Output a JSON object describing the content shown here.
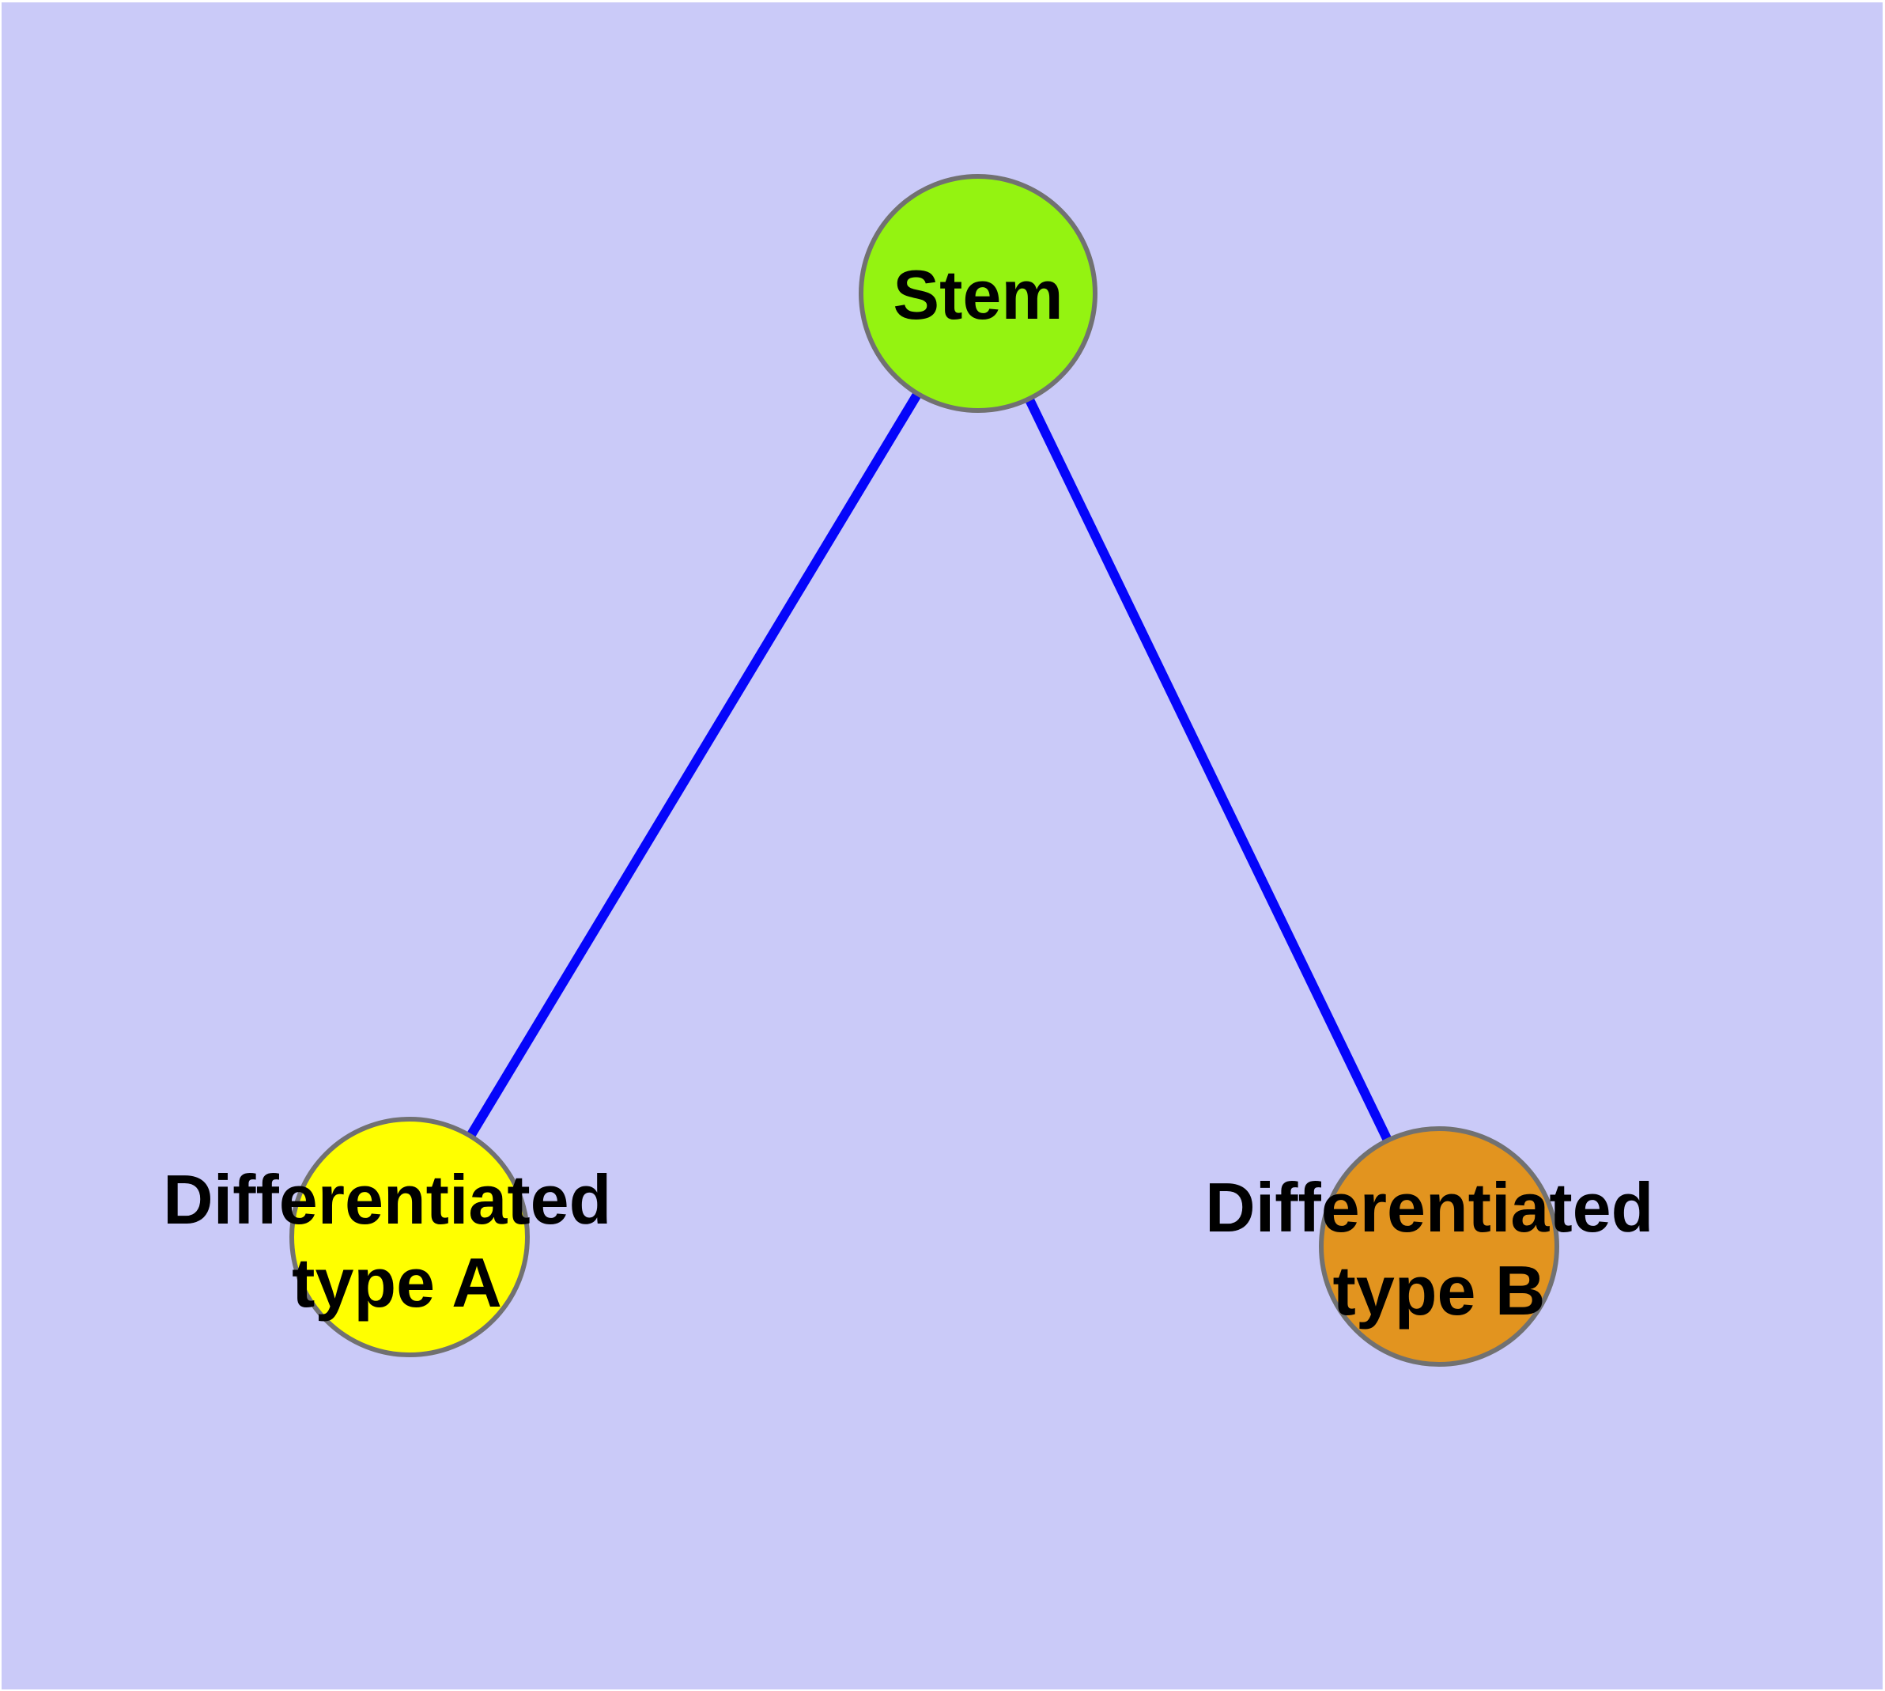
{
  "canvas": {
    "background_color": "#CACAF8",
    "frame_color": "#FFFFFF"
  },
  "colors": {
    "edge": "#0505FA",
    "node_border": "#717171",
    "label_text": "#000000"
  },
  "nodes": {
    "stem": {
      "label": "Stem",
      "fill": "#94F311"
    },
    "type_a": {
      "label_line1": "Differentiated",
      "label_line2": "type A",
      "fill": "#FFFF00"
    },
    "type_b": {
      "label_line1": "Differentiated",
      "label_line2": "type B",
      "fill": "#E2941F"
    }
  },
  "edges": [
    {
      "from": "Stem",
      "to": "Differentiated type A"
    },
    {
      "from": "Stem",
      "to": "Differentiated type B"
    }
  ]
}
